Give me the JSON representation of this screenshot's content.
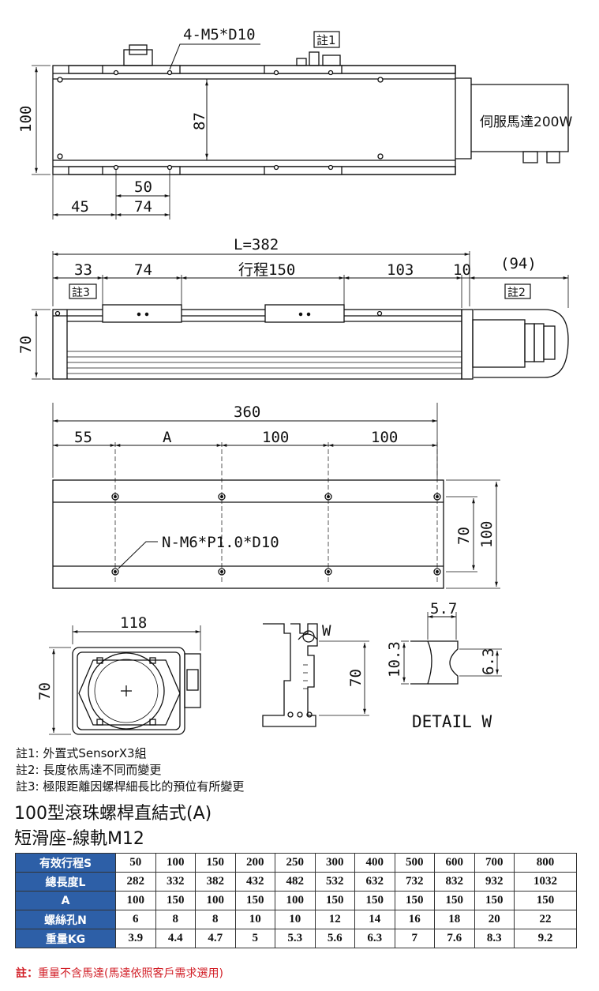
{
  "top_view": {
    "thread_label": "4-M5*D10",
    "note_tag": "註1",
    "motor_label": "伺服馬達200W",
    "dim_height": "100",
    "dim_inner": "87",
    "dim_50": "50",
    "dim_45": "45",
    "dim_74": "74"
  },
  "side_view": {
    "dim_total": "L=382",
    "dim_33": "33",
    "dim_74": "74",
    "dim_stroke": "行程150",
    "dim_103": "103",
    "dim_10": "10",
    "dim_94": "(94)",
    "note3_tag": "註3",
    "note2_tag": "註2",
    "dim_height": "70"
  },
  "base_view": {
    "dim_360": "360",
    "dim_55": "55",
    "dim_A": "A",
    "dim_100a": "100",
    "dim_100b": "100",
    "hole_label": "N-M6*P1.0*D10",
    "dim_70": "70",
    "dim_100": "100"
  },
  "end_view": {
    "dim_118": "118",
    "dim_70": "70"
  },
  "profile_view": {
    "w_label": "W",
    "dim_70": "70"
  },
  "detail_view": {
    "dim_57": "5.7",
    "dim_103": "10.3",
    "dim_63": "6.3",
    "title": "DETAIL W"
  },
  "notes": [
    "註1: 外置式SensorX3組",
    "註2: 長度依馬達不同而變更",
    "註3: 極限距離因螺桿細長比的預位有所變更"
  ],
  "title_line1": "100型滾珠螺桿直結式(A)",
  "title_line2": "短滑座-線軌M12",
  "table": {
    "rows": [
      {
        "header": "有效行程S",
        "cells": [
          "50",
          "100",
          "150",
          "200",
          "250",
          "300",
          "400",
          "500",
          "600",
          "700",
          "800"
        ]
      },
      {
        "header": "總長度L",
        "cells": [
          "282",
          "332",
          "382",
          "432",
          "482",
          "532",
          "632",
          "732",
          "832",
          "932",
          "1032"
        ]
      },
      {
        "header": "A",
        "cells": [
          "100",
          "150",
          "100",
          "150",
          "100",
          "150",
          "150",
          "150",
          "150",
          "150",
          "150"
        ]
      },
      {
        "header": "螺絲孔N",
        "cells": [
          "6",
          "8",
          "8",
          "10",
          "10",
          "12",
          "14",
          "16",
          "18",
          "20",
          "22"
        ]
      },
      {
        "header": "重量KG",
        "cells": [
          "3.9",
          "4.4",
          "4.7",
          "5",
          "5.3",
          "5.6",
          "6.3",
          "7",
          "7.6",
          "8.3",
          "9.2"
        ]
      }
    ]
  },
  "footnote_label": "註：",
  "footnote_text": "重量不含馬達(馬達依照客戶需求選用)",
  "colors": {
    "table_header": "#2d5fa7",
    "footnote": "#d21f27"
  }
}
